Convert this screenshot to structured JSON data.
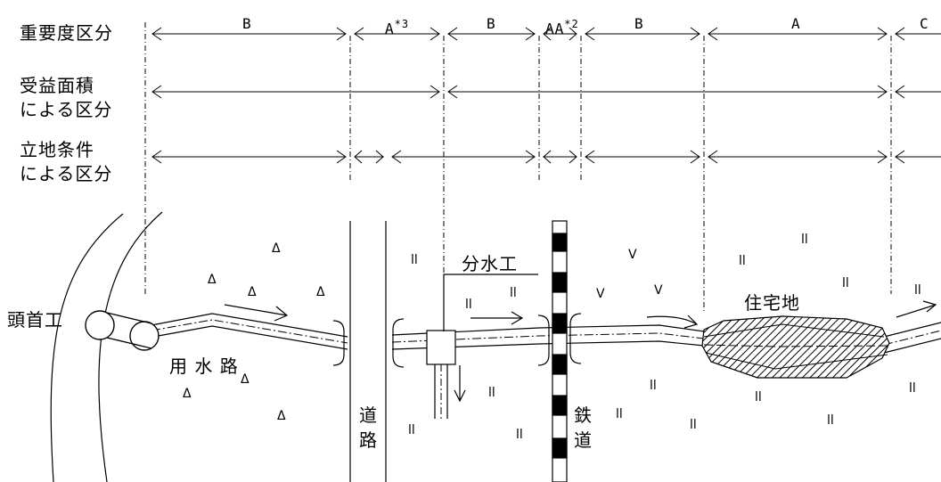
{
  "rows": {
    "importance": "重要度区分",
    "benefit_line1": "受益面積",
    "benefit_line2": "による区分",
    "site_line1": "立地条件",
    "site_line2": "による区分"
  },
  "importance_segments": [
    {
      "label": "B",
      "sup": ""
    },
    {
      "label": "A",
      "sup": "*3"
    },
    {
      "label": "B",
      "sup": ""
    },
    {
      "label": "AA",
      "sup": "*2"
    },
    {
      "label": "B",
      "sup": ""
    },
    {
      "label": "A",
      "sup": ""
    },
    {
      "label": "C",
      "sup": ""
    }
  ],
  "labels": {
    "headworks": "頭首工",
    "canal": "用 水 路",
    "road": "道路",
    "diversion": "分水工",
    "railway": "鉄道",
    "residential": "住宅地"
  },
  "colors": {
    "line": "#000000",
    "background": "#ffffff"
  }
}
